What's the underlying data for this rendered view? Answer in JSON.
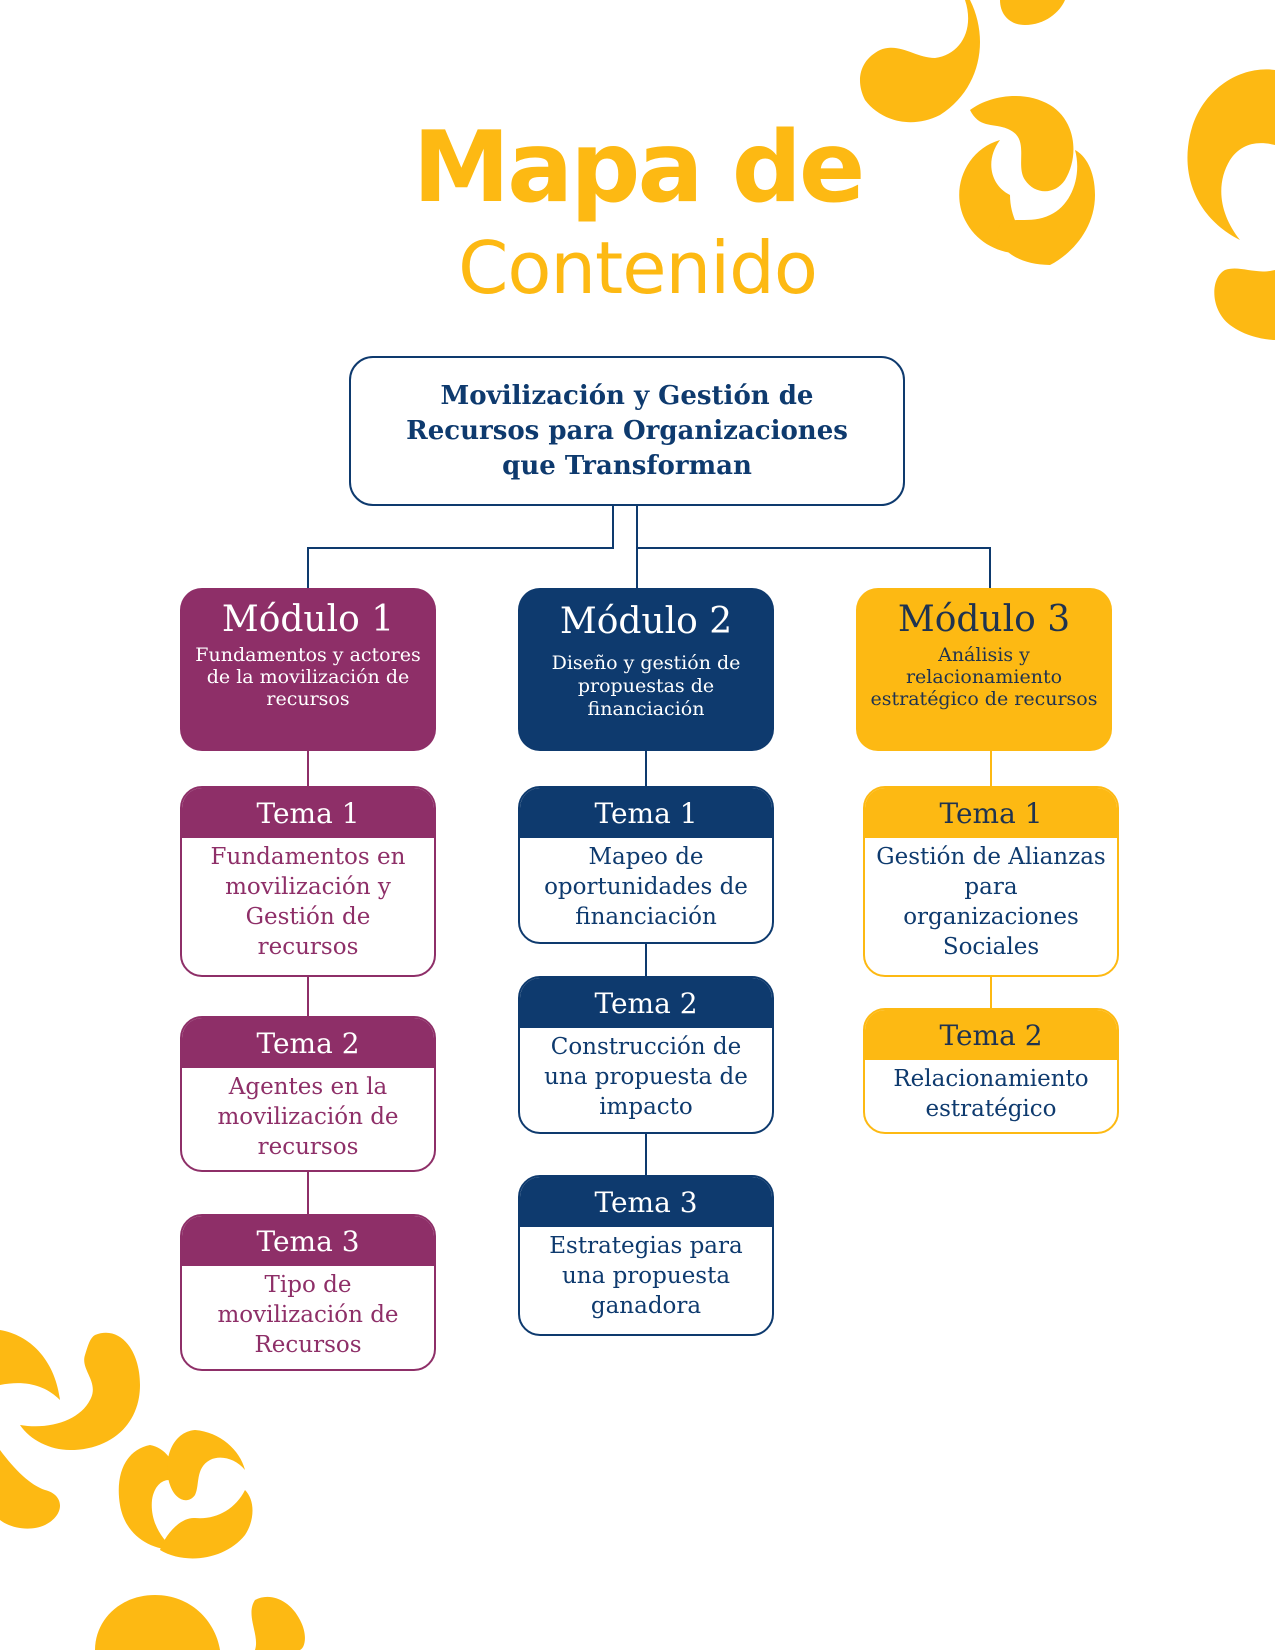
{
  "header": {
    "title_line1": "Mapa de",
    "title_line2": "Contenido"
  },
  "colors": {
    "accent_yellow": "#FDB913",
    "navy": "#0E3A6E",
    "purple": "#8E2F68",
    "white": "#FFFFFF"
  },
  "root": {
    "title": "Movilización y Gestión de Recursos para Organizaciones que Transforman"
  },
  "modules": [
    {
      "title": "Módulo 1",
      "subtitle": "Fundamentos y actores de la movilización de recursos",
      "temas": [
        {
          "label": "Tema 1",
          "text": "Fundamentos en movilización y Gestión de recursos"
        },
        {
          "label": "Tema 2",
          "text": "Agentes en la movilización de recursos"
        },
        {
          "label": "Tema 3",
          "text": "Tipo de movilización de Recursos"
        }
      ]
    },
    {
      "title": "Módulo 2",
      "subtitle": "Diseño y gestión de propuestas de financiación",
      "temas": [
        {
          "label": "Tema 1",
          "text": "Mapeo de oportunidades de financiación"
        },
        {
          "label": "Tema 2",
          "text": "Construcción de una propuesta de impacto"
        },
        {
          "label": "Tema 3",
          "text": "Estrategias para una propuesta ganadora"
        }
      ]
    },
    {
      "title": "Módulo 3",
      "subtitle": "Análisis y relacionamiento estratégico de recursos",
      "temas": [
        {
          "label": "Tema 1",
          "text": "Gestión de Alianzas para organizaciones Sociales"
        },
        {
          "label": "Tema 2",
          "text": "Relacionamiento estratégico"
        }
      ]
    }
  ],
  "decorations": [
    "swirl-top-right",
    "swirl-bottom-left"
  ]
}
